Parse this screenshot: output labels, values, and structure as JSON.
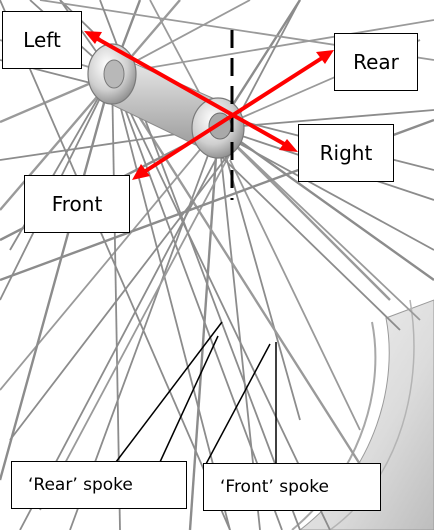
{
  "labels": {
    "left": "Left",
    "rear": "Rear",
    "right": "Right",
    "front": "Front",
    "rear_spoke": "‘Rear’ spoke",
    "front_spoke": "‘Front’ spoke"
  },
  "colors": {
    "arrow": "#ff0000",
    "spoke": "#8c8c8c",
    "rim": "#e6e6e6",
    "hub": "#c8c8c8",
    "axis": "#000000"
  }
}
